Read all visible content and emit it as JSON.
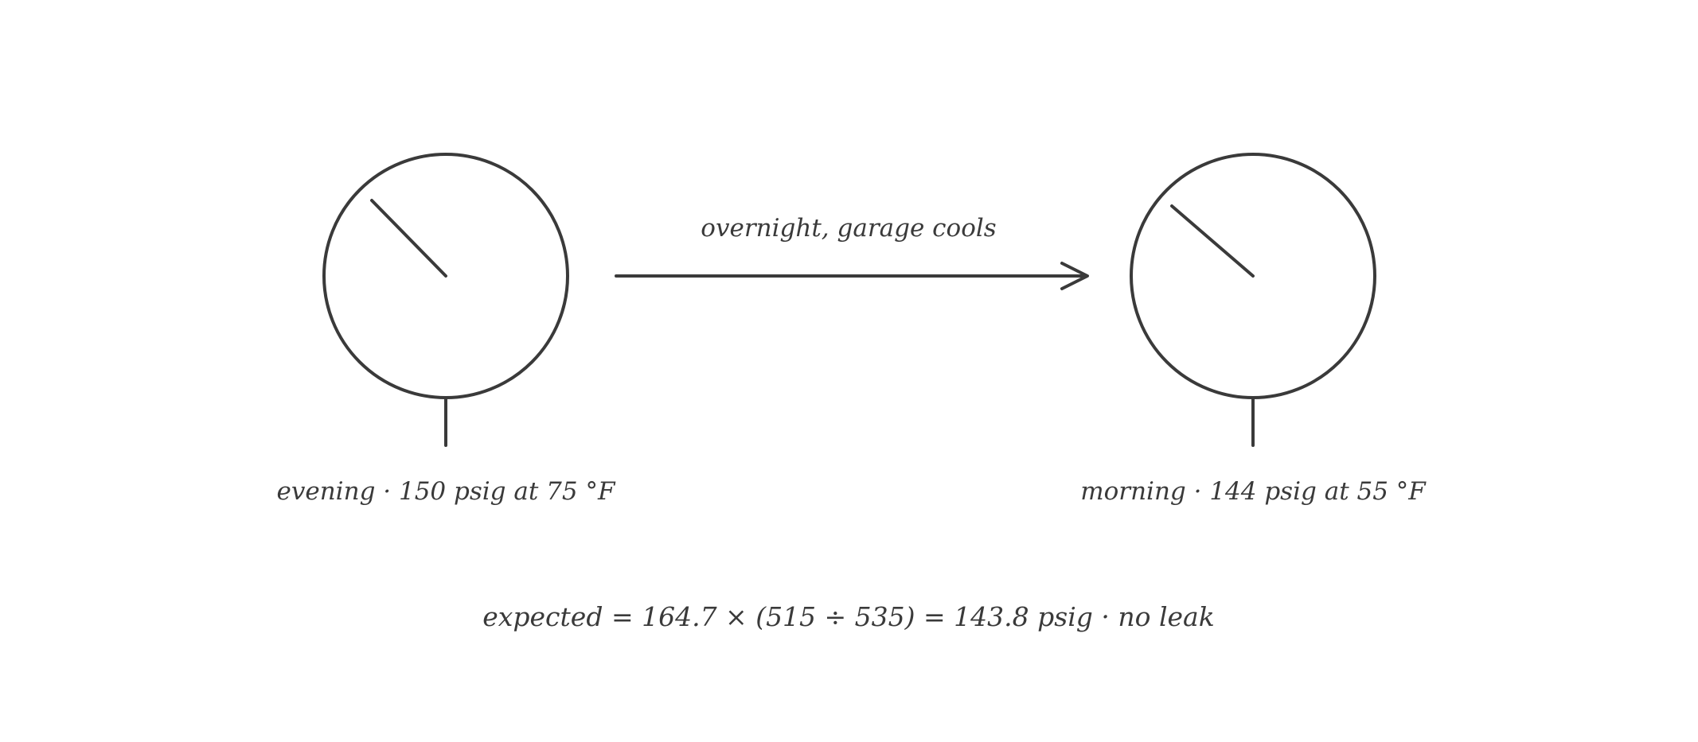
{
  "gauges": {
    "evening": {
      "label": "evening · 150 psig at 75 °F"
    },
    "morning": {
      "label": "morning · 144 psig at 55 °F"
    }
  },
  "transition": {
    "label": "overnight, garage cools"
  },
  "formula": {
    "text": "expected = 164.7 × (515 ÷ 535) = 143.8 psig · no leak"
  },
  "colors": {
    "ink": "#3a3a3a",
    "background": "#ffffff"
  },
  "icons": {
    "gauge": "pressure-gauge-icon",
    "arrow": "arrow-right-icon"
  }
}
